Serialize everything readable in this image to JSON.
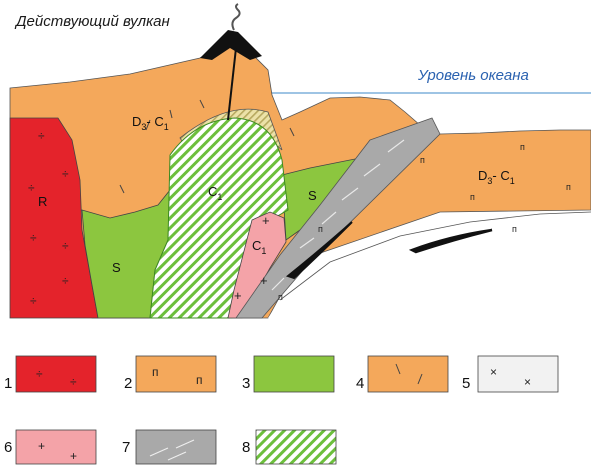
{
  "section": {
    "volcano_label": "Действующий вулкан",
    "sea_level_label": "Уровень океана",
    "units": {
      "d3c1_left_main": "D",
      "d3c1_left_sub1": "3",
      "d3c1_left_mid": "- C",
      "d3c1_left_sub2": "1",
      "d3c1_right_main": "D",
      "d3c1_right_sub1": "3",
      "d3c1_right_mid": "- C",
      "d3c1_right_sub2": "1",
      "c1_upper_main": "C",
      "c1_upper_sub": "1",
      "c1_lower_main": "C",
      "c1_lower_sub": "1",
      "r": "R",
      "s_left": "S",
      "s_right": "S"
    }
  },
  "legend": [
    {
      "number": "1",
      "fill": "#e4232b",
      "pattern": "red-divide"
    },
    {
      "number": "2",
      "fill": "#f4a85b",
      "pattern": "orange-p"
    },
    {
      "number": "3",
      "fill": "#8cc63f",
      "pattern": "green-dots"
    },
    {
      "number": "4",
      "fill": "#f4a85b",
      "pattern": "orange-dashes"
    },
    {
      "number": "5",
      "fill": "#f2f2f2",
      "pattern": "white-x"
    },
    {
      "number": "6",
      "fill": "#f4a3a8",
      "pattern": "pink-plus"
    },
    {
      "number": "7",
      "fill": "#a9a9a9",
      "pattern": "grey-dashes"
    },
    {
      "number": "8",
      "fill": "#ffffff",
      "pattern": "green-hatch"
    }
  ],
  "colors": {
    "orange": "#f4a85b",
    "red": "#e4232b",
    "green": "#8cc63f",
    "pink": "#f4a3a8",
    "grey": "#a9a9a9",
    "hatch_green": "#6cbf3c",
    "tan": "#d9cf8f",
    "ocean_line": "#7fb0dc",
    "ocean_text": "#2b62b0"
  }
}
